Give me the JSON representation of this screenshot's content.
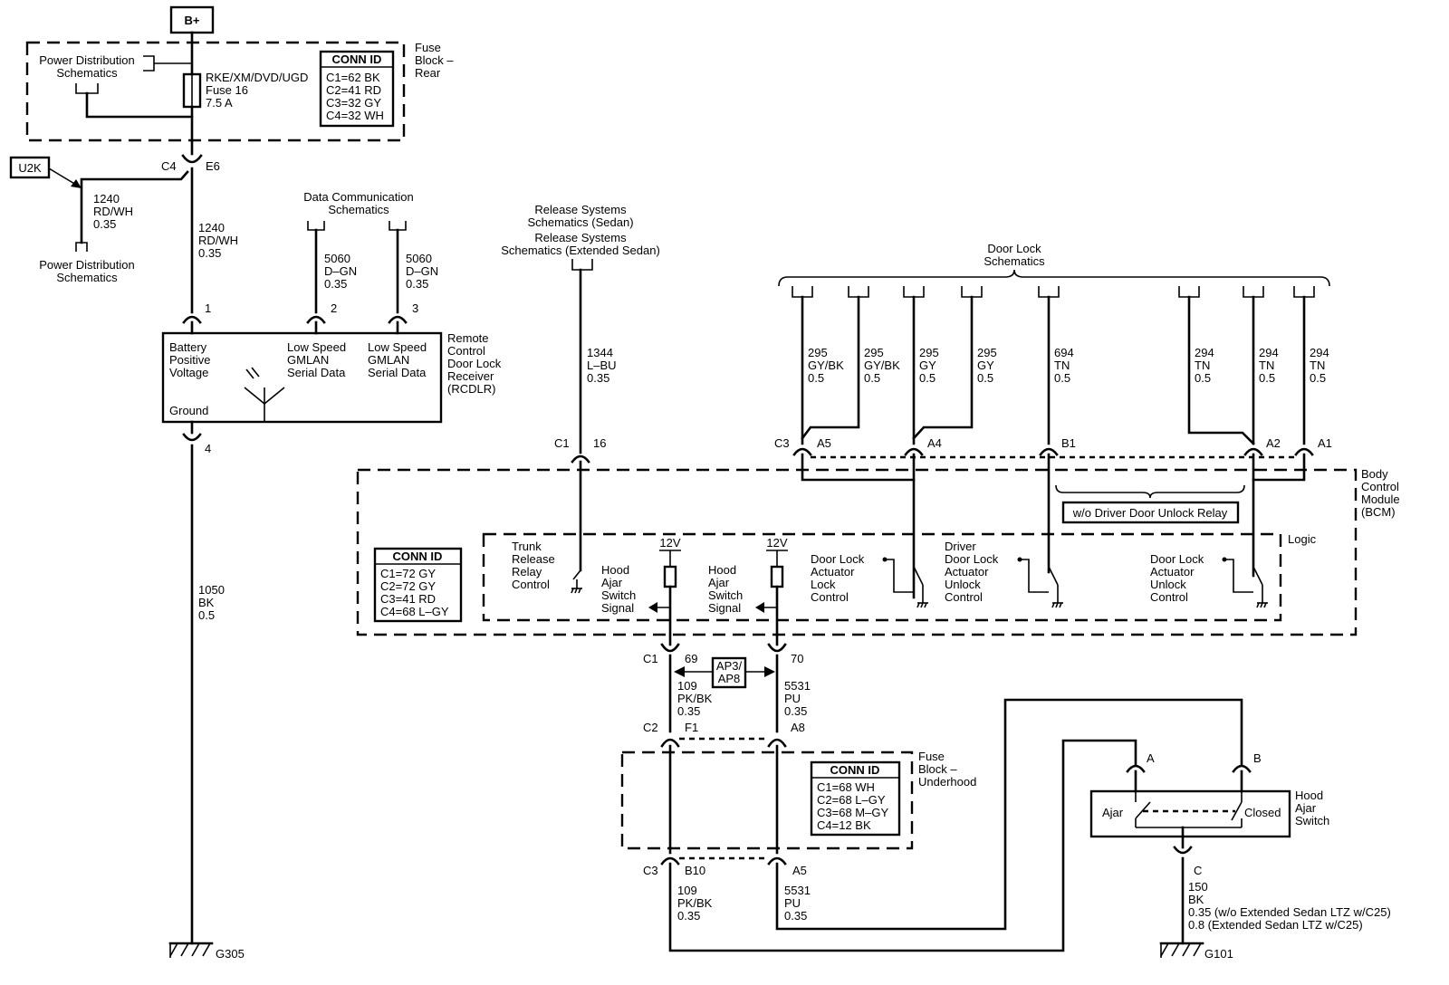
{
  "battery": "B+",
  "fuse_block_rear": {
    "label": [
      "Fuse",
      "Block –",
      "Rear"
    ],
    "fuse_name": "RKE/XM/DVD/UGD",
    "fuse_number": "Fuse 16",
    "fuse_rating": "7.5 A",
    "conn_title": "CONN ID",
    "conn": [
      "C1=62 BK",
      "C2=41 RD",
      "C3=32 GY",
      "C4=32 WH"
    ]
  },
  "power_distribution": [
    "Power Distribution",
    "Schematics"
  ],
  "u2k": "U2K",
  "conn_c4": "C4",
  "conn_e6": "E6",
  "wire_1240_a": [
    "1240",
    "RD/WH",
    "0.35"
  ],
  "wire_1240_b": [
    "1240",
    "RD/WH",
    "0.35"
  ],
  "data_comm": [
    "Data Communication",
    "Schematics"
  ],
  "wire_5060_a": [
    "5060",
    "D–GN",
    "0.35"
  ],
  "wire_5060_b": [
    "5060",
    "D–GN",
    "0.35"
  ],
  "rcdlr": {
    "label": [
      "Remote",
      "Control",
      "Door Lock",
      "Receiver",
      "(RCDLR)"
    ],
    "pins": [
      "1",
      "2",
      "3",
      "4"
    ],
    "battery": [
      "Battery",
      "Positive",
      "Voltage"
    ],
    "low_speed": [
      "Low Speed",
      "GMLAN",
      "Serial Data"
    ],
    "ground": "Ground"
  },
  "wire_1050": [
    "1050",
    "BK",
    "0.5"
  ],
  "g305": "G305",
  "release_systems": [
    "Release Systems",
    "Schematics (Sedan)",
    "Release Systems",
    "Schematics (Extended Sedan)"
  ],
  "wire_1344": [
    "1344",
    "L–BU",
    "0.35"
  ],
  "conn_c1_16": [
    "C1",
    "16"
  ],
  "door_lock": [
    "Door Lock",
    "Schematics"
  ],
  "door_wires": [
    [
      "295",
      "GY/BK",
      "0.5"
    ],
    [
      "295",
      "GY/BK",
      "0.5"
    ],
    [
      "295",
      "GY",
      "0.5"
    ],
    [
      "295",
      "GY",
      "0.5"
    ],
    [
      "694",
      "TN",
      "0.5"
    ],
    [
      "294",
      "TN",
      "0.5"
    ],
    [
      "294",
      "TN",
      "0.5"
    ],
    [
      "294",
      "TN",
      "0.5"
    ]
  ],
  "bcm_pins": [
    "C3",
    "A5",
    "A4",
    "B1",
    "A2",
    "A1"
  ],
  "bcm": {
    "label": [
      "Body",
      "Control",
      "Module",
      "(BCM)"
    ],
    "logic": "Logic",
    "no_relay": "w/o Driver Door Unlock Relay",
    "conn_title": "CONN ID",
    "conn": [
      "C1=72 GY",
      "C2=72 GY",
      "C3=41 RD",
      "C4=68 L–GY"
    ],
    "trunk": [
      "Trunk",
      "Release",
      "Relay",
      "Control"
    ],
    "hood_signal": [
      "Hood",
      "Ajar",
      "Switch",
      "Signal"
    ],
    "v12": "12V",
    "door_lock_ctrl": [
      "Door Lock",
      "Actuator",
      "Lock",
      "Control"
    ],
    "driver_unlock": [
      "Driver",
      "Door Lock",
      "Actuator",
      "Unlock",
      "Control"
    ],
    "door_unlock": [
      "Door Lock",
      "Actuator",
      "Unlock",
      "Control"
    ]
  },
  "conn_c1_69_70": [
    "C1",
    "69",
    "70"
  ],
  "ap3": [
    "AP3/",
    "AP8"
  ],
  "wire_109_a": [
    "109",
    "PK/BK",
    "0.35"
  ],
  "wire_5531_a": [
    "5531",
    "PU",
    "0.35"
  ],
  "conn_c2": [
    "C2",
    "F1",
    "A8"
  ],
  "fuse_underhood": {
    "label": [
      "Fuse",
      "Block –",
      "Underhood"
    ],
    "conn_title": "CONN ID",
    "conn": [
      "C1=68 WH",
      "C2=68 L–GY",
      "C3=68 M–GY",
      "C4=12 BK"
    ]
  },
  "conn_c3": [
    "C3",
    "B10",
    "A5"
  ],
  "wire_109_b": [
    "109",
    "PK/BK",
    "0.35"
  ],
  "wire_5531_b": [
    "5531",
    "PU",
    "0.35"
  ],
  "hood_switch": {
    "label": [
      "Hood",
      "Ajar",
      "Switch"
    ],
    "ajar": "Ajar",
    "closed": "Closed",
    "pins": [
      "A",
      "B",
      "C"
    ]
  },
  "wire_150": [
    "150",
    "BK",
    "0.35 (w/o Extended Sedan LTZ w/C25)",
    "0.8 (Extended Sedan LTZ w/C25)"
  ],
  "g101": "G101"
}
